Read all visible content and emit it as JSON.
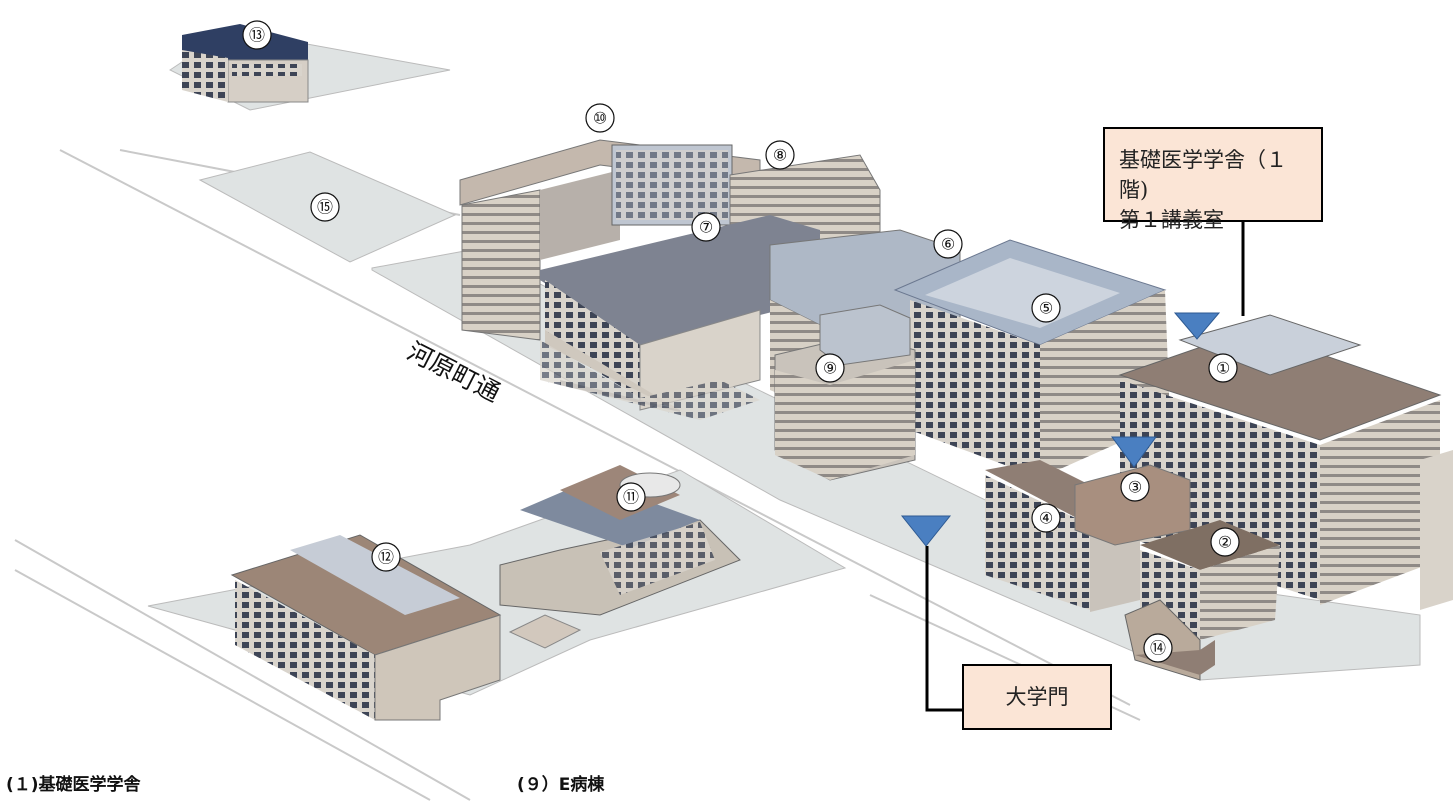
{
  "map": {
    "road_label": "河原町通",
    "callout_lecture_room": {
      "line1": "基礎医学学舎（１階)",
      "line2": "第１講義室"
    },
    "callout_gate": "大学門",
    "building_numbers": [
      "①",
      "②",
      "③",
      "④",
      "⑤",
      "⑥",
      "⑦",
      "⑧",
      "⑨",
      "⑩",
      "⑪",
      "⑫",
      "⑬",
      "⑭",
      "⑮"
    ],
    "marker_color": "#4a7fc1",
    "callout_fill": "#fbe5d6"
  },
  "legend": {
    "item1": "(１)基礎医学学舎",
    "item9": "(９）E病棟"
  }
}
